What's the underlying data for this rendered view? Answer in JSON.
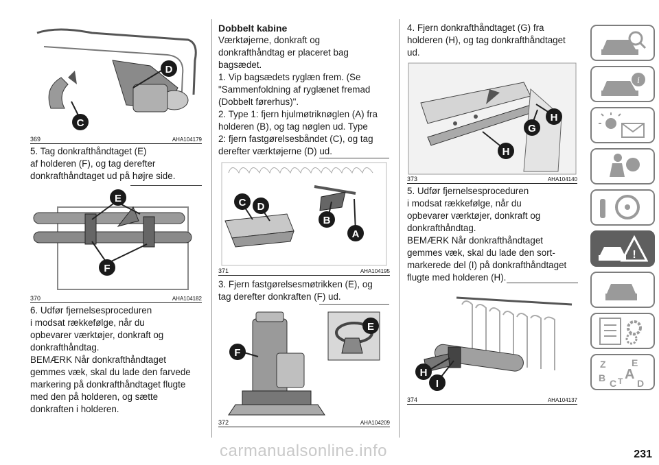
{
  "figures": {
    "f369": {
      "num": "369",
      "code": "AHA104179"
    },
    "f370": {
      "num": "370",
      "code": "AHA104182"
    },
    "f371": {
      "num": "371",
      "code": "AHA104195"
    },
    "f372": {
      "num": "372",
      "code": "AHA104209"
    },
    "f373": {
      "num": "373",
      "code": "AHA104140"
    },
    "f374": {
      "num": "374",
      "code": "AHA104137"
    }
  },
  "labels": {
    "A": "A",
    "B": "B",
    "C": "C",
    "D": "D",
    "E": "E",
    "F": "F",
    "G": "G",
    "H": "H",
    "I": "I"
  },
  "col1": {
    "step5": [
      "5. Tag donkrafthåndtaget (E)",
      "af holderen (F), og tag derefter",
      "donkrafthåndtaget ud på højre side."
    ],
    "step6": [
      "6. Udfør fjernelsesproceduren",
      "i modsat rækkefølge, når du",
      "opbevarer værktøjer, donkraft og",
      "donkrafthåndtag.",
      "BEMÆRK Når donkrafthåndtaget",
      "gemmes væk, skal du lade den farvede",
      "markering på donkrafthåndtaget flugte",
      "med den på holderen, og sætte",
      "donkraften i holderen."
    ]
  },
  "col2": {
    "heading": "Dobbelt kabine",
    "intro": [
      "Værktøjerne, donkraft og",
      "donkrafthåndtag er placeret bag",
      "bagsædet.",
      "1. Vip bagsædets ryglæn frem. (Se",
      "\"Sammenfoldning af ryglænet fremad",
      "(Dobbelt førerhus)\".",
      "2. Type 1: fjern hjulmøtriknøglen (A) fra",
      "holderen (B), og tag nøglen ud. Type",
      "2: fjern fastgørelsesbåndet (C), og tag",
      "derefter værktøjerne (D) ud."
    ],
    "step3": [
      "3. Fjern fastgørelsesmøtrikken (E), og",
      "tag derefter donkraften (F) ud."
    ]
  },
  "col3": {
    "step4": [
      "4. Fjern donkrafthåndtaget (G) fra",
      "holderen (H), og tag donkrafthåndtaget",
      "ud."
    ],
    "step5": [
      "5. Udfør fjernelsesproceduren",
      "i modsat rækkefølge, når du",
      "opbevarer værktøjer, donkraft og",
      "donkrafthåndtag.",
      "BEMÆRK Når donkrafthåndtaget",
      "gemmes væk, skal du lade den sort-",
      "markerede del (I) på donkrafthåndtaget",
      "flugte med holderen (H)."
    ]
  },
  "sidebar": {
    "tabs": [
      "car-search-icon",
      "car-info-icon",
      "warning-lights-icon",
      "airbag-seat-icon",
      "steering-key-icon",
      "breakdown-triangle-icon",
      "car-service-icon",
      "spec-gear-icon",
      "index-letters-icon"
    ],
    "active_index": 5,
    "index_letters": [
      "Z",
      "E",
      "A",
      "B",
      "C",
      "T",
      "D"
    ]
  },
  "page_number": "231",
  "watermark": "carmanualsonline.info",
  "colors": {
    "label_bg": "#1a1a1a",
    "tab_active": "#5f5f5f",
    "tab_border": "#7d7d7d"
  }
}
